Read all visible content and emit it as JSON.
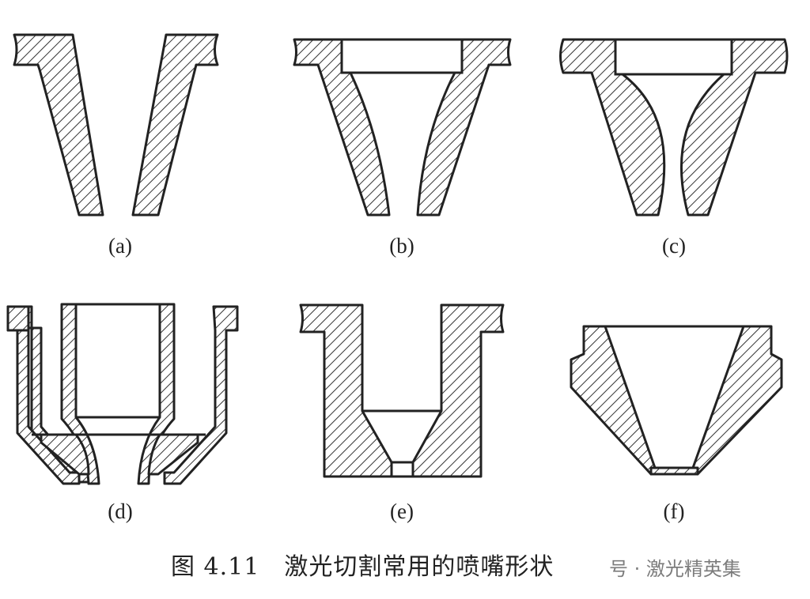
{
  "labels": {
    "a": "(a)",
    "b": "(b)",
    "c": "(c)",
    "d": "(d)",
    "e": "(e)",
    "f": "(f)"
  },
  "caption": "图 4.11　激光切割常用的喷嘴形状",
  "watermark": "号 · 激光精英集"
}
